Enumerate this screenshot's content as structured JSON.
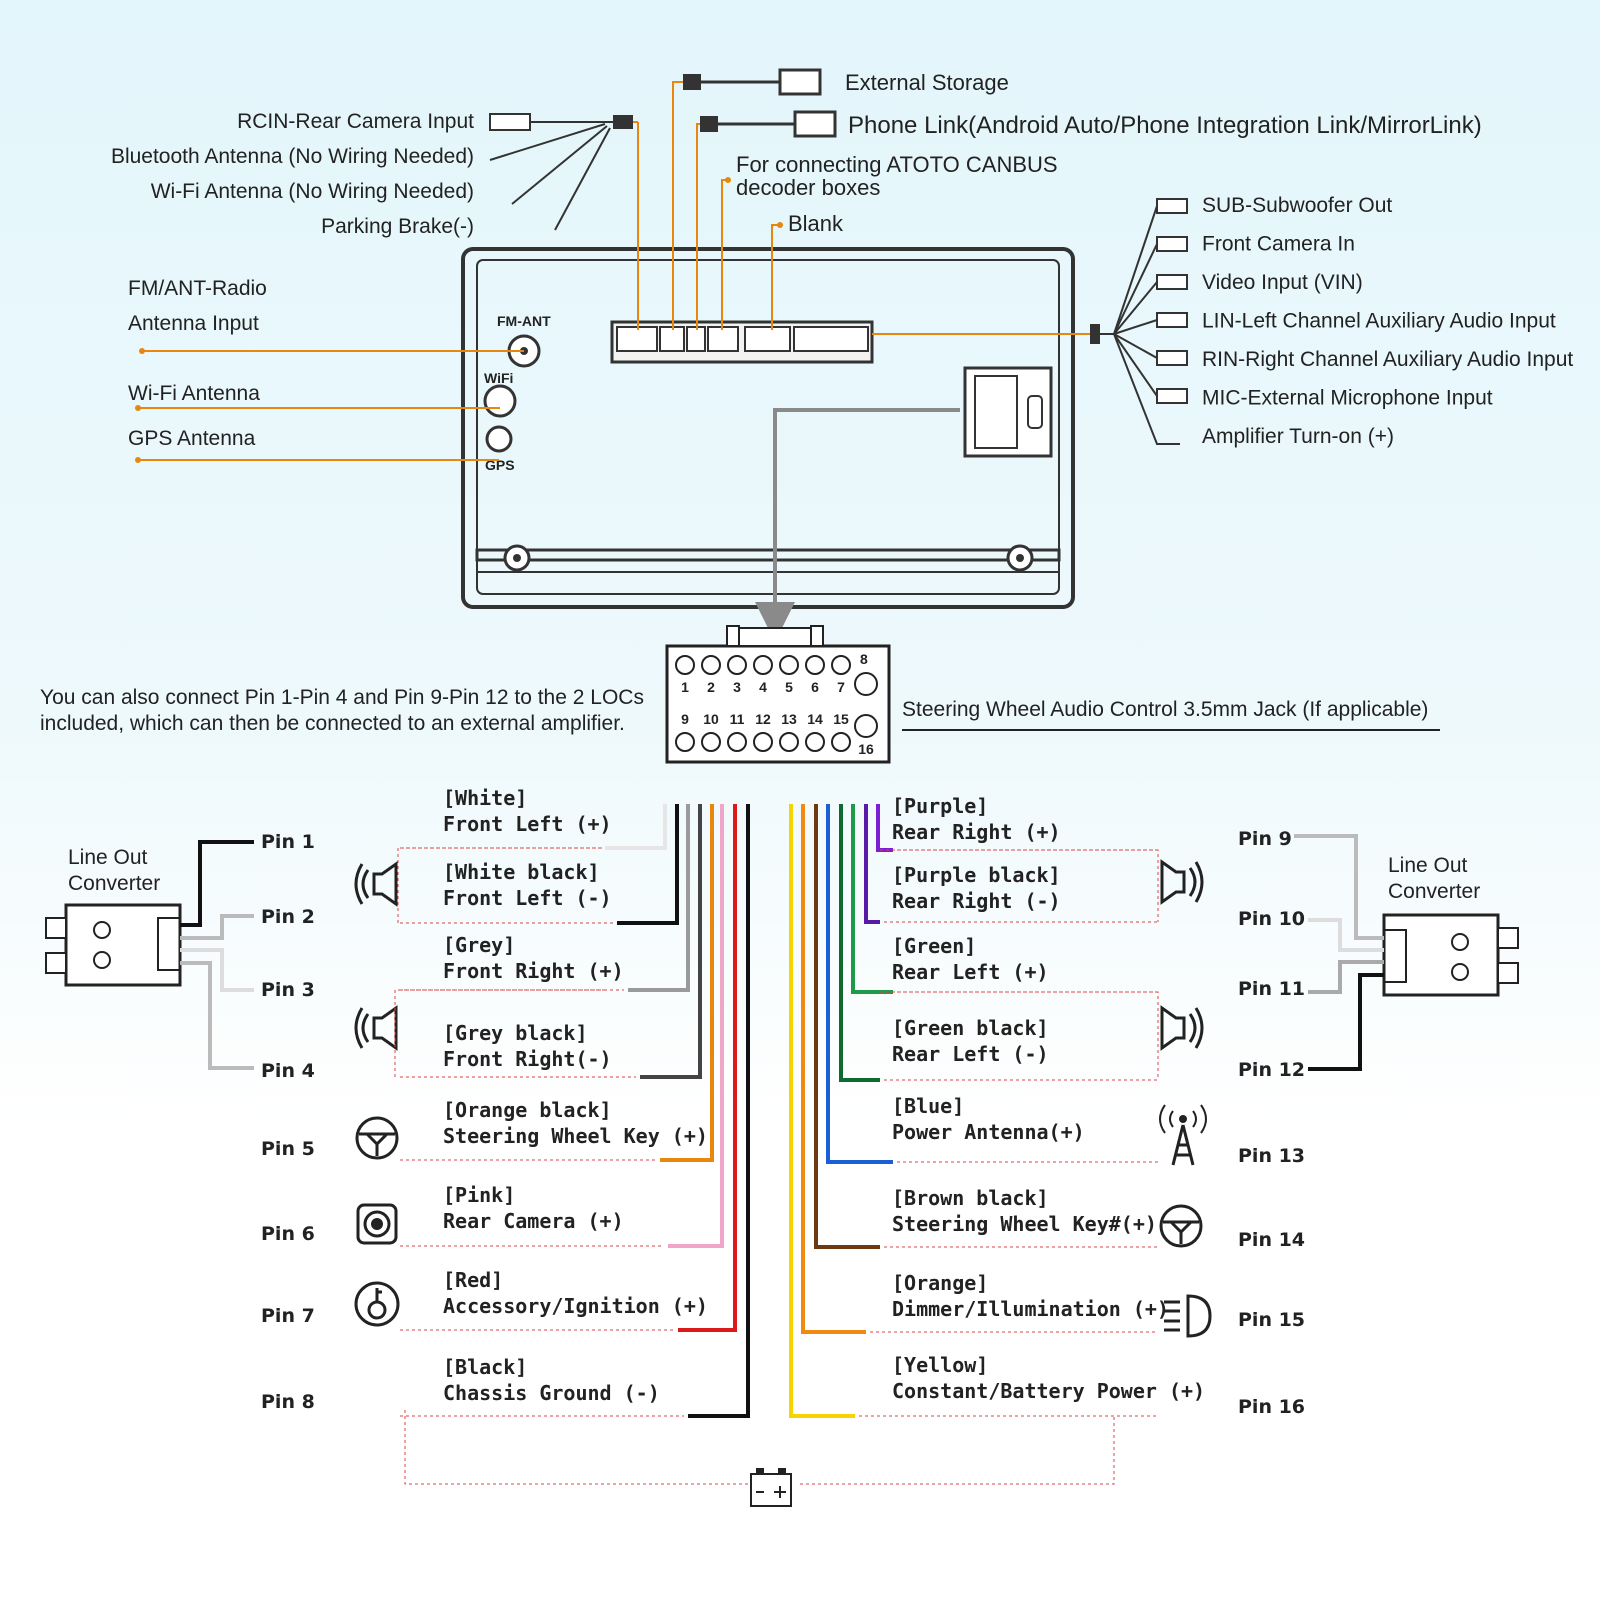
{
  "top_left_labels": {
    "rear_camera": "RCIN-Rear Camera Input",
    "bluetooth": "Bluetooth Antenna (No Wiring Needed)",
    "wifi_wire": "Wi-Fi Antenna (No Wiring Needed)",
    "parking": "Parking Brake(-)"
  },
  "top_labels": {
    "storage": "External Storage",
    "phone": "Phone Link(Android Auto/Phone Integration Link/MirrorLink)",
    "canbus_1": "For connecting ATOTO CANBUS",
    "canbus_2": "decoder boxes",
    "blank": "Blank"
  },
  "antenna_labels": {
    "fm_1": "FM/ANT-Radio",
    "fm_2": "Antenna Input",
    "wifi": "Wi-Fi Antenna",
    "gps": "GPS Antenna"
  },
  "unit_labels": {
    "fm_ant": "FM-ANT",
    "wifi": "WiFi",
    "gps": "GPS"
  },
  "right_labels": [
    "SUB-Subwoofer Out",
    "Front Camera In",
    "Video Input (VIN)",
    "LIN-Left Channel Auxiliary Audio Input",
    "RIN-Right Channel Auxiliary Audio Input",
    "MIC-External Microphone Input",
    "Amplifier Turn-on (+)"
  ],
  "loc_note_1": "You can also connect Pin 1-Pin 4 and Pin 9-Pin 12 to the 2 LOCs",
  "loc_note_2": "included, which can then be connected to an external amplifier.",
  "steering_jack": "Steering Wheel Audio Control 3.5mm Jack (If applicable)",
  "connector_numbers": [
    "1",
    "2",
    "3",
    "4",
    "5",
    "6",
    "7",
    "8",
    "9",
    "10",
    "11",
    "12",
    "13",
    "14",
    "15",
    "16"
  ],
  "line_out_1": "Line Out",
  "line_out_2": "Converter",
  "left_wires": [
    {
      "pin": "Pin 1",
      "color": "[White]",
      "func": "Front Left (+)",
      "hex": "#e6e6e6",
      "icon": "speaker-icon"
    },
    {
      "pin": "Pin 2",
      "color": "[White black]",
      "func": "Front Left (-)",
      "hex": "#111111",
      "icon": "speaker-icon"
    },
    {
      "pin": "Pin 3",
      "color": "[Grey]",
      "func": "Front Right (+)",
      "hex": "#9a9a9a",
      "icon": "speaker-icon"
    },
    {
      "pin": "Pin 4",
      "color": "[Grey black]",
      "func": "Front Right(-)",
      "hex": "#444444",
      "icon": "speaker-icon"
    },
    {
      "pin": "Pin 5",
      "color": "[Orange black]",
      "func": "Steering Wheel Key (+)",
      "hex": "#e8870f",
      "icon": "steering-wheel-icon"
    },
    {
      "pin": "Pin 6",
      "color": "[Pink]",
      "func": "Rear Camera (+)",
      "hex": "#f0a6c8",
      "icon": "camera-icon"
    },
    {
      "pin": "Pin 7",
      "color": "[Red]",
      "func": "Accessory/Ignition (+)",
      "hex": "#dd1a1a",
      "icon": "ignition-key-icon"
    },
    {
      "pin": "Pin 8",
      "color": "[Black]",
      "func": "Chassis Ground (-)",
      "hex": "#111111",
      "icon": "none"
    }
  ],
  "right_wires": [
    {
      "pin": "Pin 9",
      "color": "[Purple]",
      "func": "Rear Right (+)",
      "hex": "#7a1fd6",
      "icon": "speaker-icon"
    },
    {
      "pin": "Pin 10",
      "color": "[Purple black]",
      "func": "Rear Right (-)",
      "hex": "#5a1aa8",
      "icon": "speaker-icon"
    },
    {
      "pin": "Pin 11",
      "color": "[Green]",
      "func": "Rear Left (+)",
      "hex": "#1f9a4a",
      "icon": "speaker-icon"
    },
    {
      "pin": "Pin 12",
      "color": "[Green black]",
      "func": "Rear Left (-)",
      "hex": "#0f6a30",
      "icon": "speaker-icon"
    },
    {
      "pin": "Pin 13",
      "color": "[Blue]",
      "func": "Power Antenna(+)",
      "hex": "#1a5fd6",
      "icon": "antenna-tower-icon"
    },
    {
      "pin": "Pin 14",
      "color": "[Brown black]",
      "func": "Steering Wheel Key#(+)",
      "hex": "#6b3a12",
      "icon": "steering-wheel-icon"
    },
    {
      "pin": "Pin 15",
      "color": "[Orange]",
      "func": "Dimmer/Illumination (+)",
      "hex": "#f08a12",
      "icon": "headlight-icon"
    },
    {
      "pin": "Pin 16",
      "color": "[Yellow]",
      "func": "Constant/Battery Power (+)",
      "hex": "#f5d400",
      "icon": "none"
    }
  ],
  "colors": {
    "accent_orange": "#e8870f",
    "outline": "#333333",
    "arrow_grey": "#8a8a8a"
  }
}
